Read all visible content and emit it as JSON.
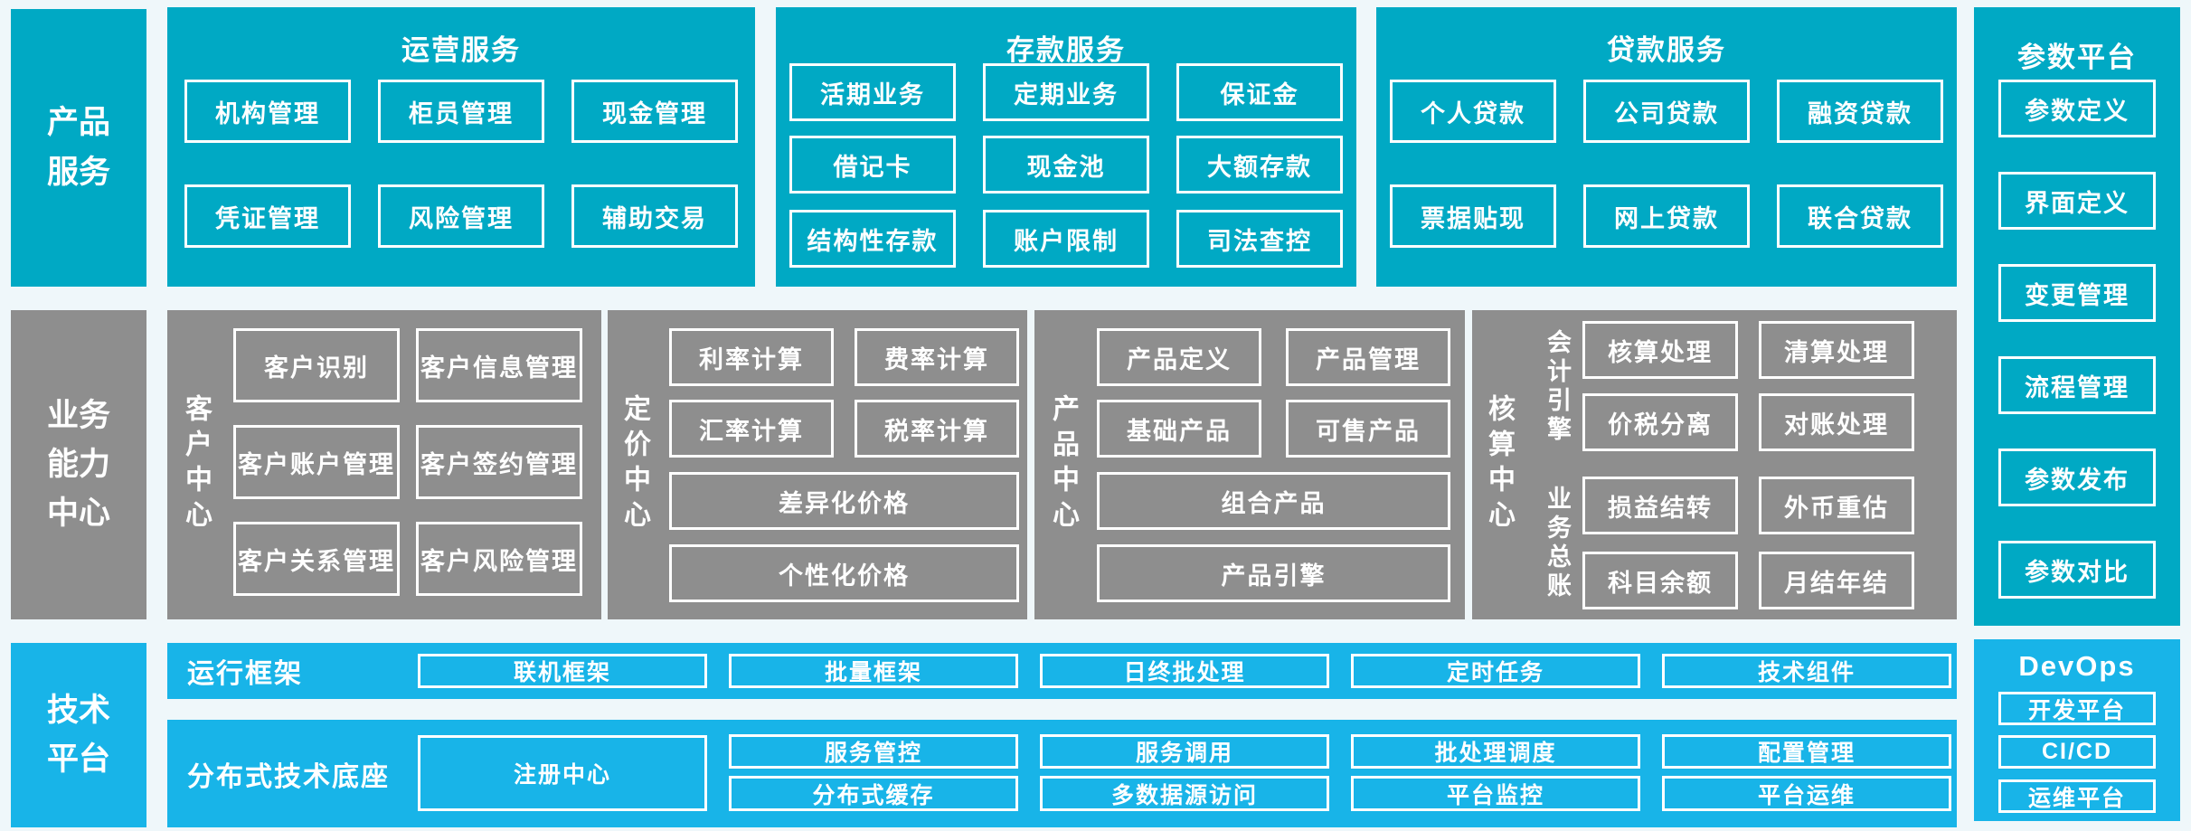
{
  "colors": {
    "teal": "#00A9C4",
    "gray": "#8E8E8E",
    "blue": "#18B4E8",
    "background": "#EFF7FA",
    "box_border": "#FFFFFF",
    "text": "#FFFFFF"
  },
  "side_labels": {
    "product": "产品\n服务",
    "business": "业务\n能力\n中心",
    "tech": "技术\n平台"
  },
  "operations": {
    "title": "运营服务",
    "items": [
      "机构管理",
      "柜员管理",
      "现金管理",
      "凭证管理",
      "风险管理",
      "辅助交易"
    ]
  },
  "deposits": {
    "title": "存款服务",
    "items": [
      "活期业务",
      "定期业务",
      "保证金",
      "借记卡",
      "现金池",
      "大额存款",
      "结构性存款",
      "账户限制",
      "司法查控"
    ]
  },
  "loans": {
    "title": "贷款服务",
    "items": [
      "个人贷款",
      "公司贷款",
      "融资贷款",
      "票据贴现",
      "网上贷款",
      "联合贷款"
    ]
  },
  "params": {
    "title": "参数平台",
    "items": [
      "参数定义",
      "界面定义",
      "变更管理",
      "流程管理",
      "参数发布",
      "参数对比"
    ]
  },
  "customer": {
    "title": "客户中心",
    "items": [
      "客户识别",
      "客户信息管理",
      "客户账户管理",
      "客户签约管理",
      "客户关系管理",
      "客户风险管理"
    ]
  },
  "pricing": {
    "title": "定价中心",
    "small_items": [
      "利率计算",
      "费率计算",
      "汇率计算",
      "税率计算"
    ],
    "wide_items": [
      "差异化价格",
      "个性化价格"
    ]
  },
  "product": {
    "title": "产品中心",
    "small_items": [
      "产品定义",
      "产品管理",
      "基础产品",
      "可售产品"
    ],
    "wide_items": [
      "组合产品",
      "产品引擎"
    ]
  },
  "accounting": {
    "title": "核算中心",
    "groups": [
      {
        "label": "会计引擎",
        "items": [
          "核算处理",
          "清算处理",
          "价税分离",
          "对账处理"
        ]
      },
      {
        "label": "业务总账",
        "items": [
          "损益结转",
          "外币重估",
          "科目余额",
          "月结年结"
        ]
      }
    ]
  },
  "runtime": {
    "label": "运行框架",
    "items": [
      "联机框架",
      "批量框架",
      "日终批处理",
      "定时任务",
      "技术组件"
    ]
  },
  "distributed": {
    "label": "分布式技术底座",
    "registry": "注册中心",
    "row1": [
      "服务管控",
      "服务调用",
      "批处理调度",
      "配置管理"
    ],
    "row2": [
      "分布式缓存",
      "多数据源访问",
      "平台监控",
      "平台运维"
    ]
  },
  "devops": {
    "title": "DevOps",
    "items": [
      "开发平台",
      "CI/CD",
      "运维平台"
    ]
  }
}
